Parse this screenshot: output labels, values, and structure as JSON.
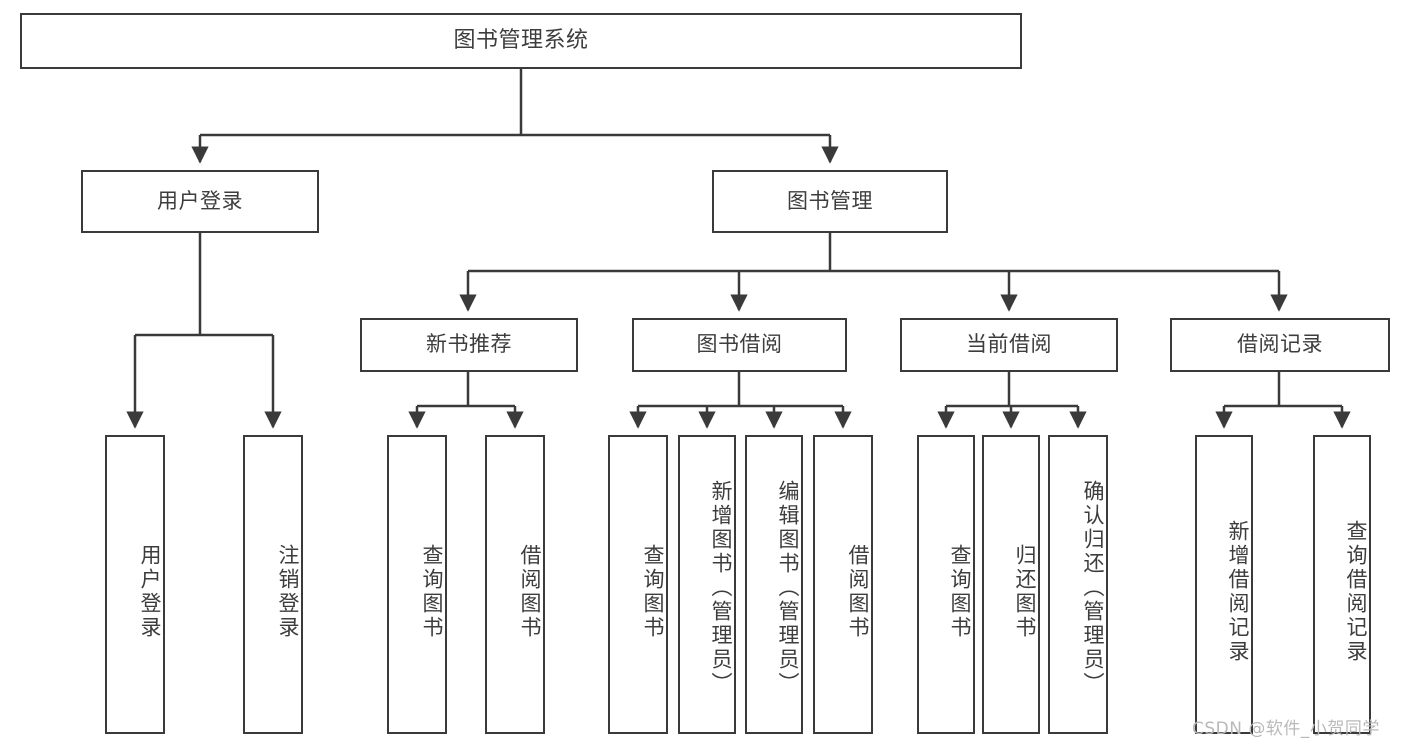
{
  "diagram": {
    "type": "hierarchy-tree",
    "title": "图书管理系统",
    "watermark": "CSDN @软件_小贺同学",
    "colors": {
      "stroke": "#3a3a3a",
      "text": "#3d3d3d",
      "background": "#ffffff",
      "watermark": "#b9b9b9"
    },
    "root": {
      "label": "图书管理系统"
    },
    "level1": [
      {
        "label": "用户登录"
      },
      {
        "label": "图书管理"
      }
    ],
    "level2": [
      {
        "label": "新书推荐"
      },
      {
        "label": "图书借阅"
      },
      {
        "label": "当前借阅"
      },
      {
        "label": "借阅记录"
      }
    ],
    "leaves": {
      "user_login": [
        {
          "label": "用户登录"
        },
        {
          "label": "注销登录"
        }
      ],
      "new_book": [
        {
          "label": "查询图书"
        },
        {
          "label": "借阅图书"
        }
      ],
      "book_borrow": [
        {
          "label": "查询图书"
        },
        {
          "label": "新增图书（管理员）"
        },
        {
          "label": "编辑图书（管理员）"
        },
        {
          "label": "借阅图书"
        }
      ],
      "current_borrow": [
        {
          "label": "查询图书"
        },
        {
          "label": "归还图书"
        },
        {
          "label": "确认归还（管理员）"
        }
      ],
      "borrow_record": [
        {
          "label": "新增借阅记录"
        },
        {
          "label": "查询借阅记录"
        }
      ]
    }
  }
}
